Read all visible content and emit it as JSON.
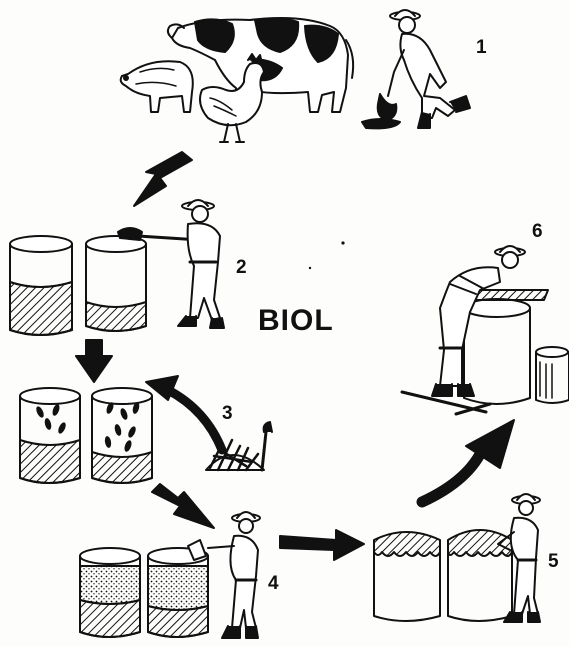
{
  "title": "BIOL",
  "steps": [
    "1",
    "2",
    "3",
    "4",
    "5",
    "6"
  ],
  "colors": {
    "ink": "#111111",
    "paper": "#fdfdfb"
  }
}
